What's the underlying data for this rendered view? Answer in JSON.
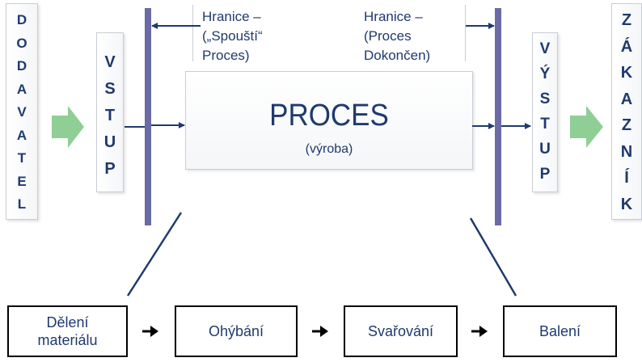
{
  "supplier": {
    "letters": [
      "D",
      "O",
      "D",
      "A",
      "V",
      "A",
      "T",
      "E",
      "L"
    ]
  },
  "input": {
    "letters": [
      "V",
      "S",
      "T",
      "U",
      "P"
    ]
  },
  "output": {
    "letters": [
      "V",
      "Ý",
      "S",
      "T",
      "U",
      "P"
    ]
  },
  "customer": {
    "letters": [
      "Z",
      "Á",
      "K",
      "A",
      "Z",
      "N",
      "Í",
      "K"
    ]
  },
  "boundary_start": {
    "lines": [
      "Hranice –",
      "(„Spouští“",
      "Proces)"
    ]
  },
  "boundary_end": {
    "lines": [
      "Hranice –",
      "(Proces",
      "Dokončen)"
    ]
  },
  "process": {
    "title": "PROCES",
    "subtitle": "(výroba)"
  },
  "steps": [
    {
      "lines": [
        "Dělení",
        "materiálu"
      ]
    },
    {
      "lines": [
        "Ohýbání"
      ]
    },
    {
      "lines": [
        "Svařování"
      ]
    },
    {
      "lines": [
        "Balení"
      ]
    }
  ],
  "colors": {
    "text": "#1f3a6d",
    "bar": "#6b6aa6",
    "green_arrow": "#8fcf96",
    "line": "#1f3a6d"
  }
}
